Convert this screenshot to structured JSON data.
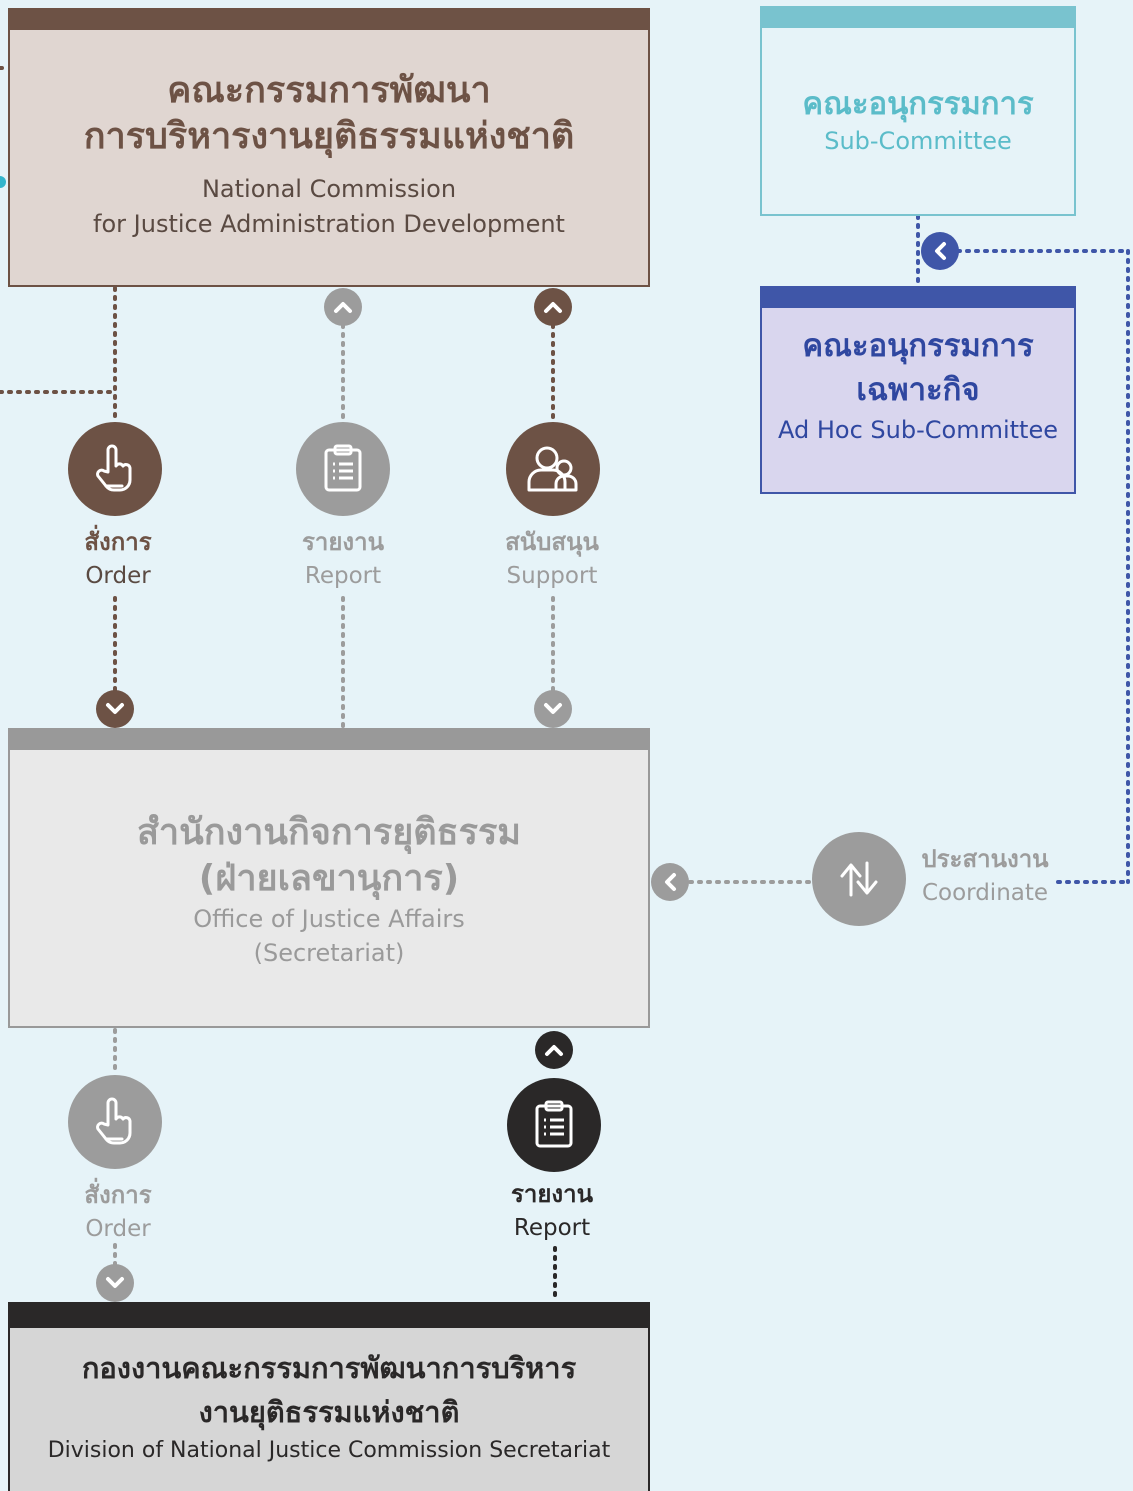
{
  "national_commission": {
    "title_th_1": "คณะกรรมการพัฒนา",
    "title_th_2": "การบริหารงานยุติธรรมแห่งชาติ",
    "title_en_1": "National Commission",
    "title_en_2": "for Justice Administration Development"
  },
  "sub_committee": {
    "title_th": "คณะอนุกรรมการ",
    "title_en": "Sub-Committee"
  },
  "adhoc_committee": {
    "title_th_1": "คณะอนุกรรมการ",
    "title_th_2": "เฉพาะกิจ",
    "title_en": "Ad Hoc Sub-Committee"
  },
  "office": {
    "title_th_1": "สำนักงานกิจการยุติธรรม",
    "title_th_2": "(ฝ่ายเลขานุการ)",
    "title_en_1": "Office of Justice Affairs",
    "title_en_2": "(Secretariat)"
  },
  "division": {
    "title_th_1": "กองงานคณะกรรมการพัฒนาการบริหาร",
    "title_th_2": "งานยุติธรรมแห่งชาติ",
    "title_en": "Division of National Justice Commission Secretariat"
  },
  "actions": {
    "order_top": {
      "th": "สั่งการ",
      "en": "Order"
    },
    "report_top": {
      "th": "รายงาน",
      "en": "Report"
    },
    "support_top": {
      "th": "สนับสนุน",
      "en": "Support"
    },
    "coordinate": {
      "th": "ประสานงาน",
      "en": "Coordinate"
    },
    "order_bottom": {
      "th": "สั่งการ",
      "en": "Order"
    },
    "report_bottom": {
      "th": "รายงาน",
      "en": "Report"
    }
  },
  "icons": {
    "order": "pointing-hand-icon",
    "report": "clipboard-icon",
    "support": "people-icon",
    "coordinate": "sync-arrows-icon"
  },
  "colors": {
    "background": "#e6f3f8",
    "national_fill": "#e0d6d1",
    "national_bar": "#6d5245",
    "sub_bar": "#79c3cf",
    "sub_text": "#5bbcc9",
    "adhoc_fill": "#d9d6ee",
    "adhoc_bar": "#3f56a8",
    "adhoc_text": "#2f47a0",
    "office_fill": "#e9e9e9",
    "office_bar": "#999999",
    "office_text": "#9a9a9a",
    "division_fill": "#d6d6d6",
    "division_bar": "#2a2828"
  }
}
